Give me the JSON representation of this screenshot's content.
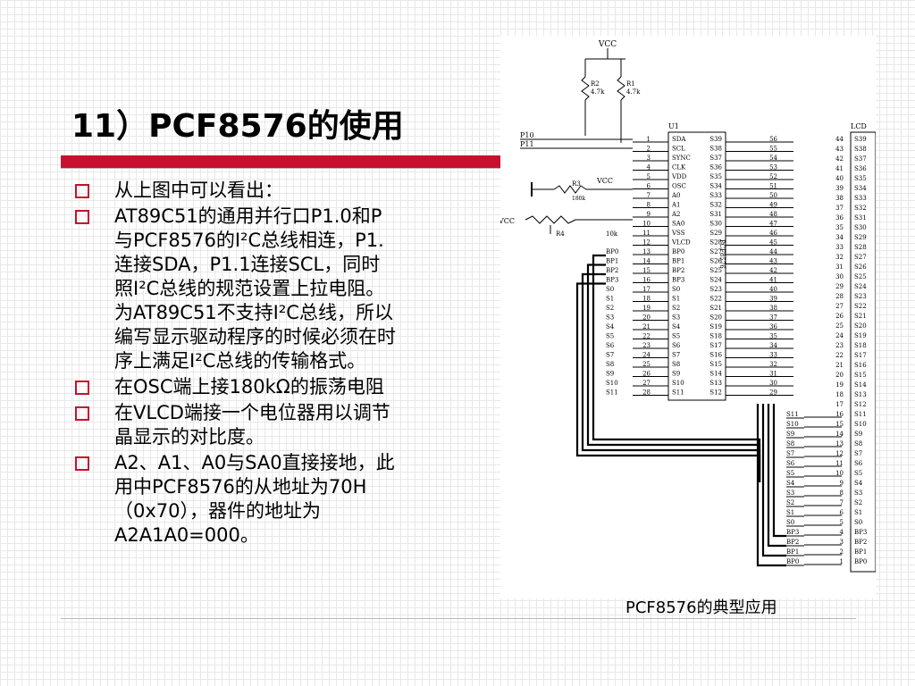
{
  "slide": {
    "title": "11）PCF8576的使用",
    "caption": "PCF8576的典型应用"
  },
  "bullets": [
    {
      "lines": [
        "从上图中可以看出："
      ]
    },
    {
      "lines": [
        "AT89C51的通用并行口P1.0和P",
        "与PCF8576的I²C总线相连，P1.",
        "连接SDA，P1.1连接SCL，同时",
        "照I²C总线的规范设置上拉电阻。",
        "为AT89C51不支持I²C总线，所以",
        "编写显示驱动程序的时候必须在时",
        "序上满足I²C总线的传输格式。"
      ]
    },
    {
      "lines": [
        "在OSC端上接180kΩ的振荡电阻"
      ]
    },
    {
      "lines": [
        "在VLCD端接一个电位器用以调节",
        "晶显示的对比度。"
      ]
    },
    {
      "lines": [
        "A2、A1、A0与SA0直接接地，此",
        "用中PCF8576的从地址为70H",
        "（0x70），器件的地址为",
        "A2A1A0=000。"
      ]
    }
  ],
  "schematic": {
    "vcc": "VCC",
    "r1": "R1",
    "r2": "R2",
    "r1_val": "4.7k",
    "r2_val": "4.7k",
    "r3": "R3",
    "r3_val": "180k",
    "r4": "R4",
    "r4_val": "10k",
    "p10": "P10",
    "p11": "P11",
    "u1": "U1",
    "lcd": "LCD",
    "chip": "PCF8576",
    "left_pins": [
      "SDA",
      "SCL",
      "SYNC",
      "CLK",
      "VDD",
      "OSC",
      "A0",
      "A1",
      "A2",
      "SA0",
      "VSS",
      "VLCD",
      "BP0",
      "BP1",
      "BP2",
      "BP3",
      "S0",
      "S1",
      "S2",
      "S3",
      "S4",
      "S5",
      "S6",
      "S7",
      "S8",
      "S9",
      "S10",
      "S11"
    ],
    "right_pins": [
      "S39",
      "S38",
      "S37",
      "S36",
      "S35",
      "S34",
      "S33",
      "S32",
      "S31",
      "S30",
      "S29",
      "S28",
      "S27",
      "S26",
      "S25",
      "S24",
      "S23",
      "S22",
      "S21",
      "S20",
      "S19",
      "S18",
      "S17",
      "S16",
      "S15",
      "S14",
      "S13",
      "S12"
    ],
    "left_labels": [
      "BP0",
      "BP1",
      "BP2",
      "BP3",
      "S0",
      "S1",
      "S2",
      "S3",
      "S4",
      "S5",
      "S6",
      "S7",
      "S8",
      "S9",
      "S10",
      "S11"
    ],
    "lcd_pins": [
      "S39",
      "S38",
      "S37",
      "S36",
      "S35",
      "S34",
      "S33",
      "S32",
      "S31",
      "S30",
      "S29",
      "S28",
      "S27",
      "S26",
      "S25",
      "S24",
      "S23",
      "S22",
      "S21",
      "S20",
      "S19",
      "S18",
      "S17",
      "S16",
      "S15",
      "S14",
      "S13",
      "S12",
      "S11",
      "S10",
      "S9",
      "S8",
      "S7",
      "S6",
      "S5",
      "S4",
      "S3",
      "S2",
      "S1",
      "S0",
      "BP3",
      "BP2",
      "BP1",
      "BP0"
    ],
    "lower_labels": [
      "S11",
      "S10",
      "S9",
      "S8",
      "S7",
      "S6",
      "S5",
      "S4",
      "S3",
      "S2",
      "S1",
      "S0",
      "BP3",
      "BP2",
      "BP1",
      "BP0"
    ]
  }
}
